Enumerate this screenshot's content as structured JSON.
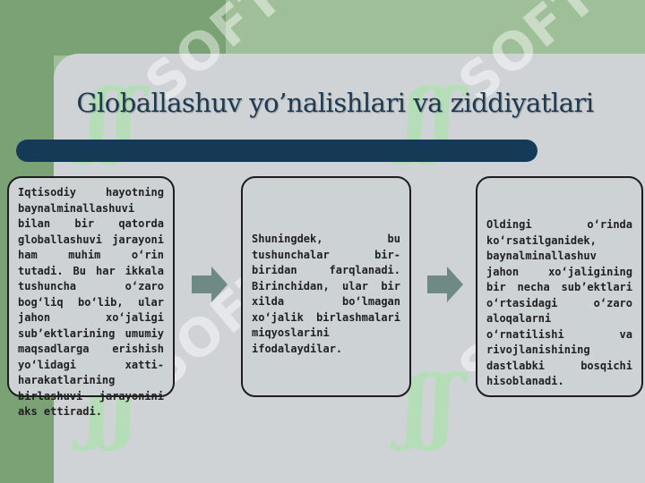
{
  "slide": {
    "title": "Globallashuv yo’nalishlari va ziddiyatlari",
    "boxes": [
      {
        "text": "Iqtisodiy hayotning baynalminallashuvi bilan bir qatorda globallashuvi jarayoni ham muhim o‘rin tutadi. Bu har ikkala tushuncha o‘zaro bog‘liq bo‘lib, ular jahon xo‘jaligi sub’ektlarining umumiy maqsadlarga erishish yo‘lidagi xatti-harakatlarining birlashuvi jarayonini aks ettiradi."
      },
      {
        "text": "Shuningdek, bu tushunchalar bir-biridan farqlanadi. Birinchidan, ular bir xilda bo‘lmagan xo‘jalik birlashmalari miqyoslarini ifodalaydilar."
      },
      {
        "text": "Oldingi o‘rinda ko‘rsatilganidek, baynalminallashuv jahon xo‘jaligining bir necha sub’ektlari o‘rtasidagi o‘zaro aloqalarni o‘rnatilishi va rivojlanishining dastlabki bosqichi hisoblanadi."
      }
    ],
    "colors": {
      "accent_bar": "#153a57",
      "title": "#1e3a52",
      "arrow": "#6f8a86"
    },
    "icons": [
      "right-arrow-icon",
      "right-arrow-icon"
    ],
    "watermark": "SOFT"
  }
}
